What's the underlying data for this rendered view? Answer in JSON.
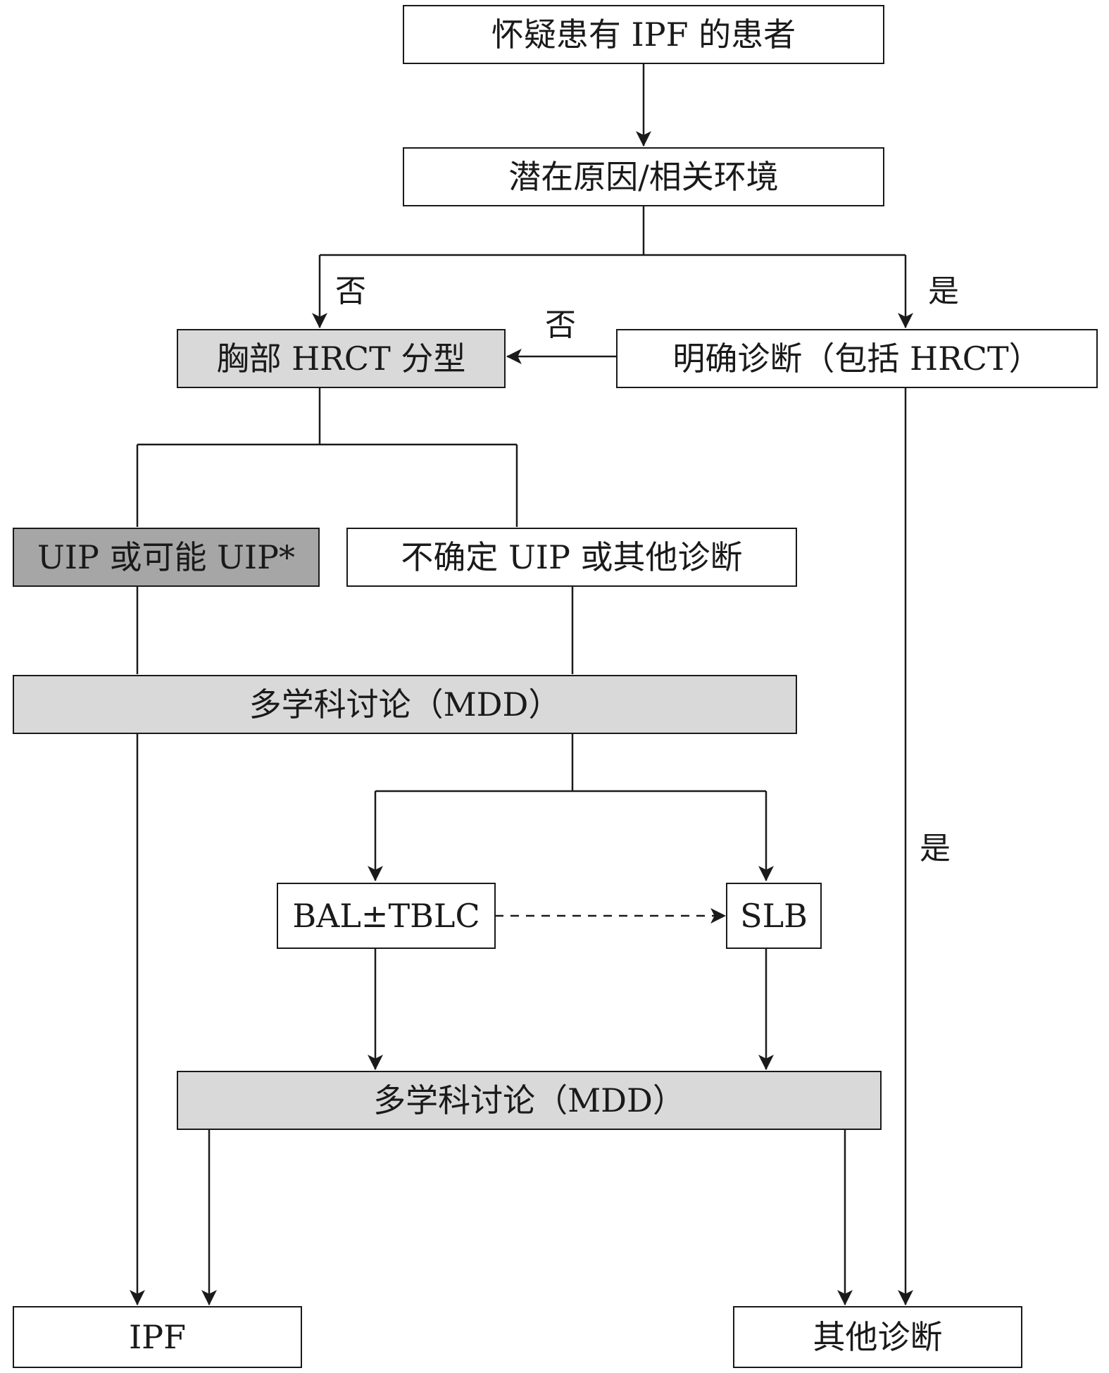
{
  "nodes": {
    "suspected": "怀疑患有 IPF 的患者",
    "cause": "潜在原因/相关环境",
    "hrct": "胸部 HRCT 分型",
    "clear_dx": "明确诊断（包括 HRCT）",
    "uip": "UIP 或可能 UIP*",
    "uncertain": "不确定 UIP 或其他诊断",
    "mdd1": "多学科讨论（MDD）",
    "bal": "BAL±TBLC",
    "slb": "SLB",
    "mdd2": "多学科讨论（MDD）",
    "ipf": "IPF",
    "other_dx": "其他诊断"
  },
  "edge_labels": {
    "no_left": "否",
    "yes_right": "是",
    "no_back": "否",
    "yes_down": "是"
  }
}
